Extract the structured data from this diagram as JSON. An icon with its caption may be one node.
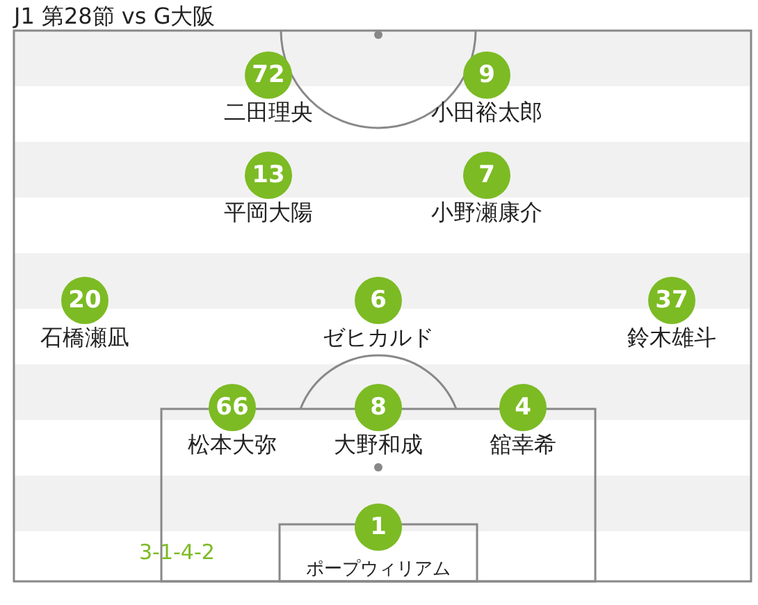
{
  "diagram": {
    "title": "J1 第28節 vs G大阪",
    "nodes": [
      {
        "text": [
          "72",
          "二田理央"
        ]
      },
      {
        "text": [
          "9",
          "小田裕太郎"
        ]
      },
      {
        "text": [
          "13",
          "平岡大陽"
        ]
      },
      {
        "text": [
          "7",
          "小野瀬康介"
        ]
      },
      {
        "text": [
          "20",
          "石橋瀬凪"
        ]
      },
      {
        "text": [
          "6",
          "ゼヒカルド"
        ]
      },
      {
        "text": [
          "37",
          "鈴木雄斗"
        ]
      },
      {
        "text": [
          "66",
          "松本大弥"
        ]
      },
      {
        "text": [
          "8",
          "大野和成"
        ]
      },
      {
        "text": [
          "4",
          "舘幸希"
        ]
      },
      {
        "text": [
          "1",
          "ポープウィリアム"
        ]
      }
    ],
    "labels": [
      "3-1-4-2"
    ]
  }
}
